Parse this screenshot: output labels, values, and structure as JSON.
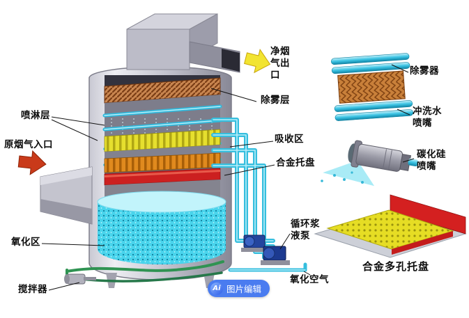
{
  "diagram_labels": {
    "clean_gas_outlet": "净烟气出口",
    "demister_layer": "除雾层",
    "spray_layer": "喷淋层",
    "raw_gas_inlet": "原烟气入口",
    "absorption_zone": "吸收区",
    "alloy_tray": "合金托盘",
    "oxidation_zone": "氧化区",
    "agitator": "搅拌器",
    "circulation_slurry_pump": "循环浆液泵",
    "oxidation_air": "氧化空气"
  },
  "detail_labels": {
    "demister": "除雾器",
    "flushing_water_nozzle": "冲洗水喷嘴",
    "silicon_carbide_nozzle": "碳化硅喷嘴",
    "alloy_porous_tray": "合金多孔托盘"
  },
  "watermark": {
    "logo": "Ai",
    "text": "图片编辑"
  },
  "colors": {
    "pipe_cyan": "#3cc4e4",
    "slurry_pool_cyan": "#49d4ec",
    "tray_red": "#d42020",
    "tray_yellow": "#e6dd24",
    "demister_brown": "#c8854f",
    "outlet_arrow_yellow": "#f2e431",
    "inlet_arrow_red": "#c93a1a",
    "watermark_blue": "#4a7cf0"
  }
}
